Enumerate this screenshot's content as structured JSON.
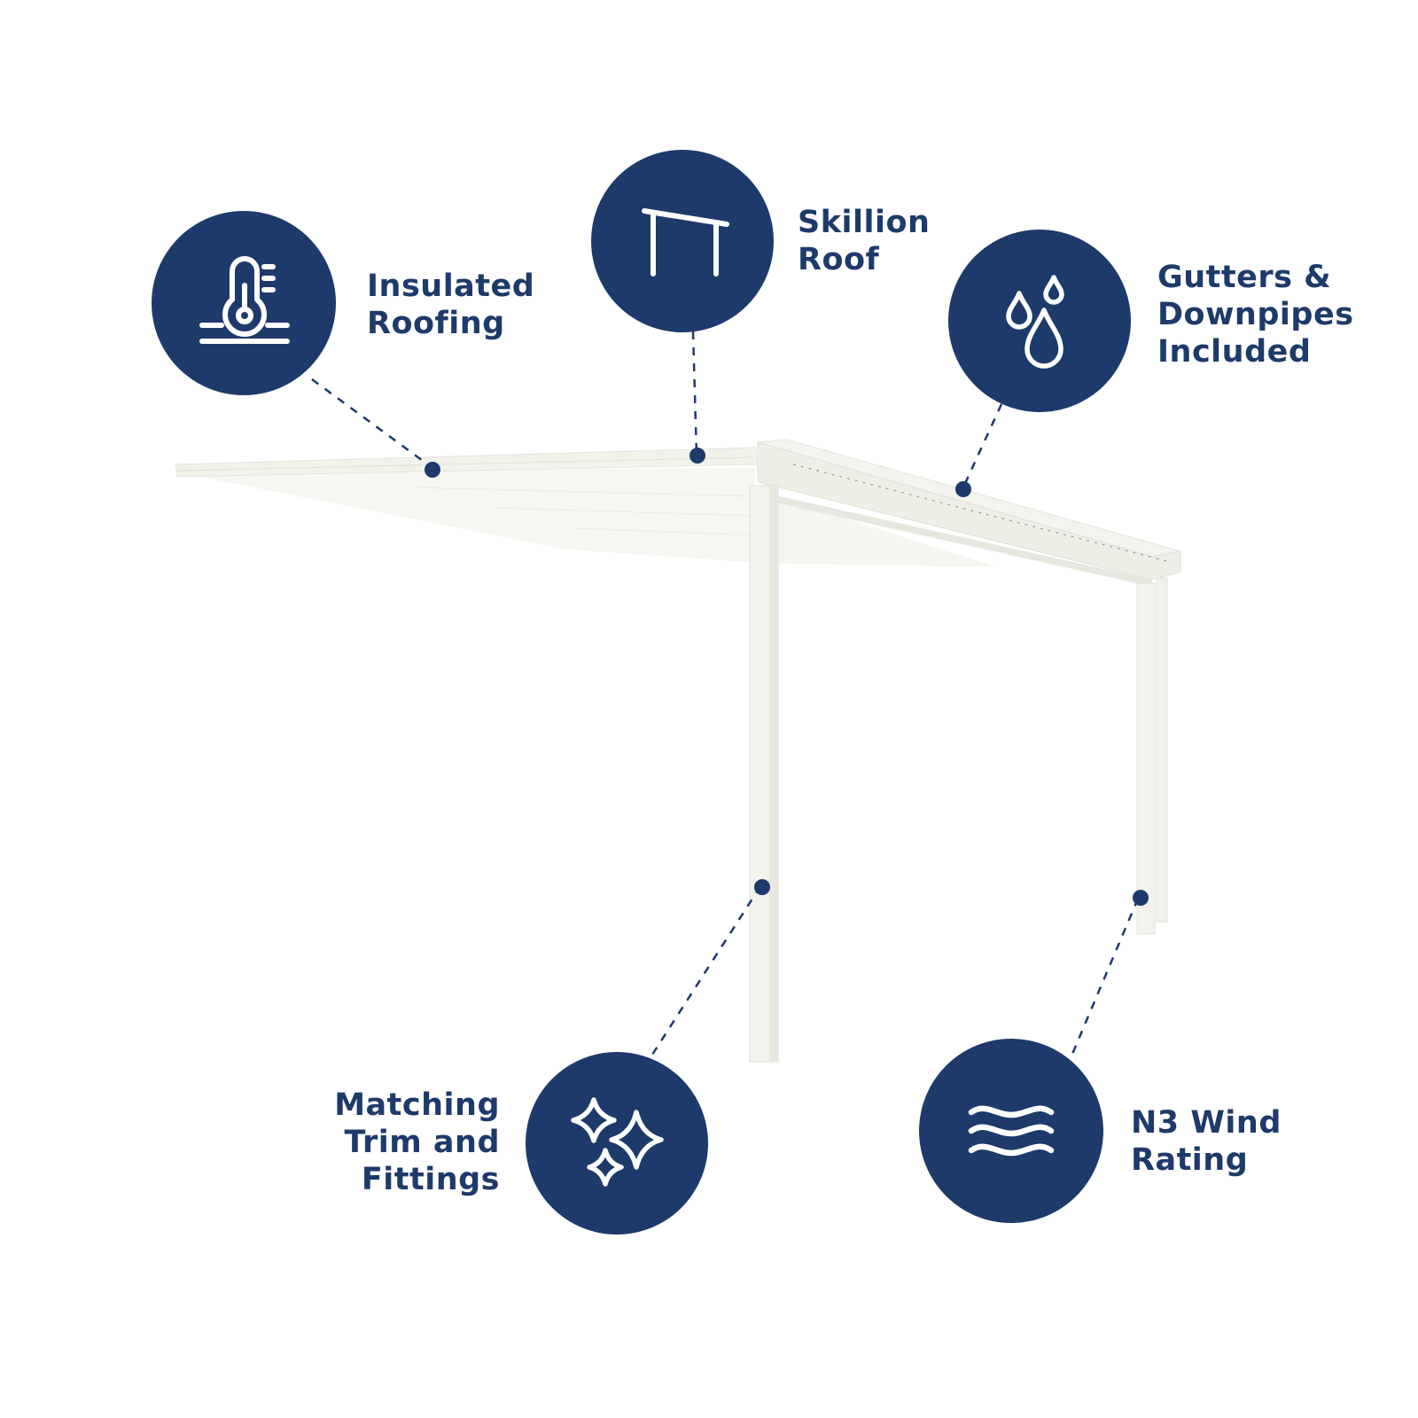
{
  "colors": {
    "brand_navy": "#1e3a6b",
    "structure": "#f3f2ec",
    "structure_shade": "#e4e2d9",
    "background": "#ffffff"
  },
  "features": [
    {
      "icon": "thermometer-insulation-icon",
      "lines": [
        "Insulated",
        "Roofing"
      ]
    },
    {
      "icon": "skillion-roof-icon",
      "lines": [
        "Skillion",
        "Roof"
      ]
    },
    {
      "icon": "water-drops-icon",
      "lines": [
        "Gutters &",
        "Downpipes",
        "Included"
      ]
    },
    {
      "icon": "sparkles-icon",
      "lines": [
        "Matching",
        "Trim and",
        "Fittings"
      ]
    },
    {
      "icon": "wind-waves-icon",
      "lines": [
        "N3 Wind",
        "Rating"
      ]
    }
  ]
}
